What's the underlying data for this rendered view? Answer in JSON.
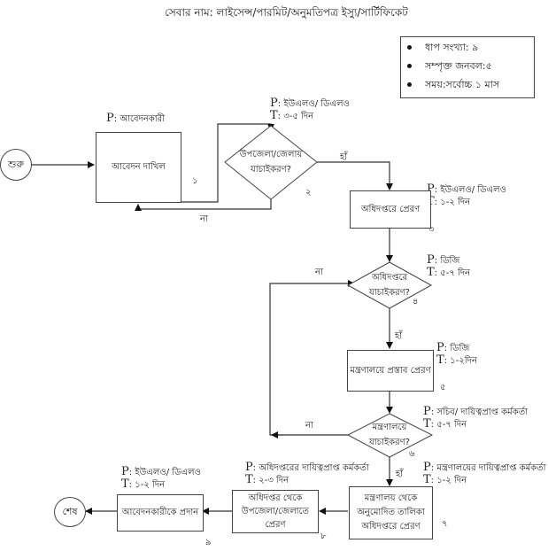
{
  "title": "সেবার নাম: লাইসেন্স/পারমিট/অনুমতিপত্র ইস্যু/সার্টিফিকেট",
  "summary": [
    "ধাপ সংখ্যা: ৯",
    "সম্পৃক্ত জনবল:৫",
    "সময়:সর্বোচ্চ ১ মাস"
  ],
  "start": "শুরু",
  "end": "শেষ",
  "yes_label": "হাঁ",
  "no_label": "না",
  "steps": [
    {
      "num": "১",
      "text": "আবেদন দাখিল",
      "p": "আবেদনকারী",
      "t": ""
    },
    {
      "num": "২",
      "text": "উপজেলা/জেলায় যাচাইকরণ?",
      "p": "ইউএলও/ ডিএলও",
      "t": "৩-৫ দিন"
    },
    {
      "num": "৩",
      "text": "অধিদপ্তরে প্রেরণ",
      "p": "ইউএলও/ ডিএলও",
      "t": "১-২ দিন"
    },
    {
      "num": "৪",
      "text": "অধিদপ্তরে যাচাইকরণ?",
      "p": "ডিজি",
      "t": "৫-৭ দিন"
    },
    {
      "num": "৫",
      "text": "মন্ত্রণালয়ে প্রস্তাব প্রেরণ",
      "p": "ডিজি",
      "t": "১-২দিন"
    },
    {
      "num": "৬",
      "text": "মন্ত্রণালয়ে যাচাইকরণ?",
      "p": "সচিব/ দায়িত্বপ্রাপ্ত কর্মকর্তা",
      "t": "৫-৭ দিন"
    },
    {
      "num": "৭",
      "text": "মন্ত্রণালয় থেকে অনুমোদিত তালিকা অধিদপ্তরে প্রেরণ",
      "p": "মন্ত্রণালয়ের দায়িত্বপ্রাপ্ত কর্মকর্তা",
      "t": "১-২ দিন"
    },
    {
      "num": "৮",
      "text": "অধিদপ্তর থেকে উপজেলা/জেলাতে প্রেরণ",
      "p": "অধিদপ্তরের দায়িত্বপ্রাপ্ত কর্মকর্তা",
      "t": "২-৩ দিন"
    },
    {
      "num": "৯",
      "text": "আবেদনকারীকে প্রদান",
      "p": "ইউএলও/ ডিএলও",
      "t": "১-২ দিন"
    }
  ],
  "p_prefix": "P",
  "t_prefix": "T"
}
